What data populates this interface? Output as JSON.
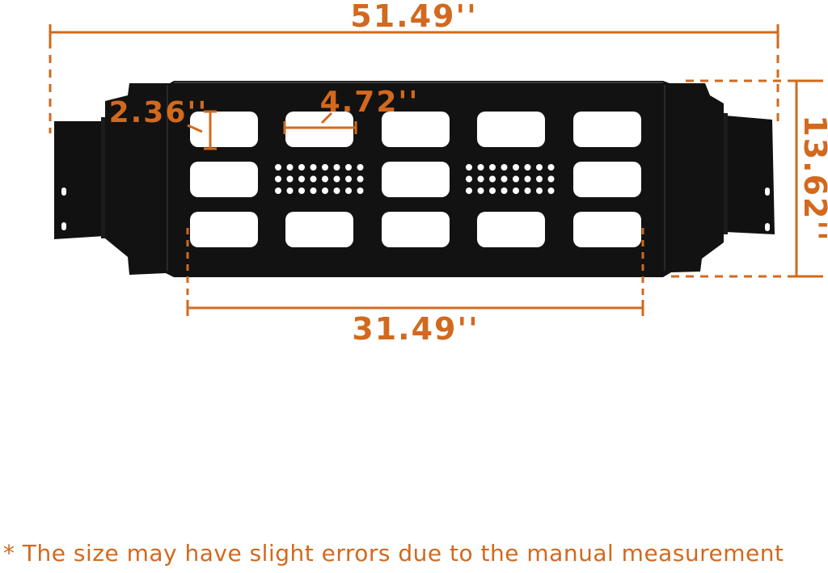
{
  "colors": {
    "accent": "#d2691e",
    "plate": "#111111",
    "hole": "#ffffff"
  },
  "dimensions": {
    "overall_width": "51.49''",
    "inner_width": "31.49''",
    "height": "13.62''",
    "slot_length": "4.72''",
    "slot_height": "2.36''"
  },
  "footnote": "* The size may have slight errors due to the manual measurement"
}
